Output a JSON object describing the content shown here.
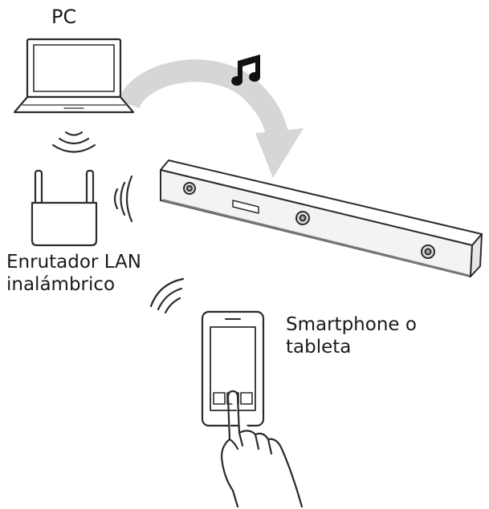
{
  "labels": {
    "pc": "PC",
    "router_line1": "Enrutador LAN",
    "router_line2": "inalámbrico",
    "device_line1": "Smartphone o",
    "device_line2": "tableta"
  },
  "icons": {
    "music": "music-note-icon",
    "flow": "curved-arrow-icon",
    "wireless": "wifi-waves-icon"
  },
  "colors": {
    "line": "#2b2b2b",
    "arrow": "#d6d6d6",
    "speaker_fill": "#f3f3f3",
    "speaker_edge": "#555555"
  }
}
